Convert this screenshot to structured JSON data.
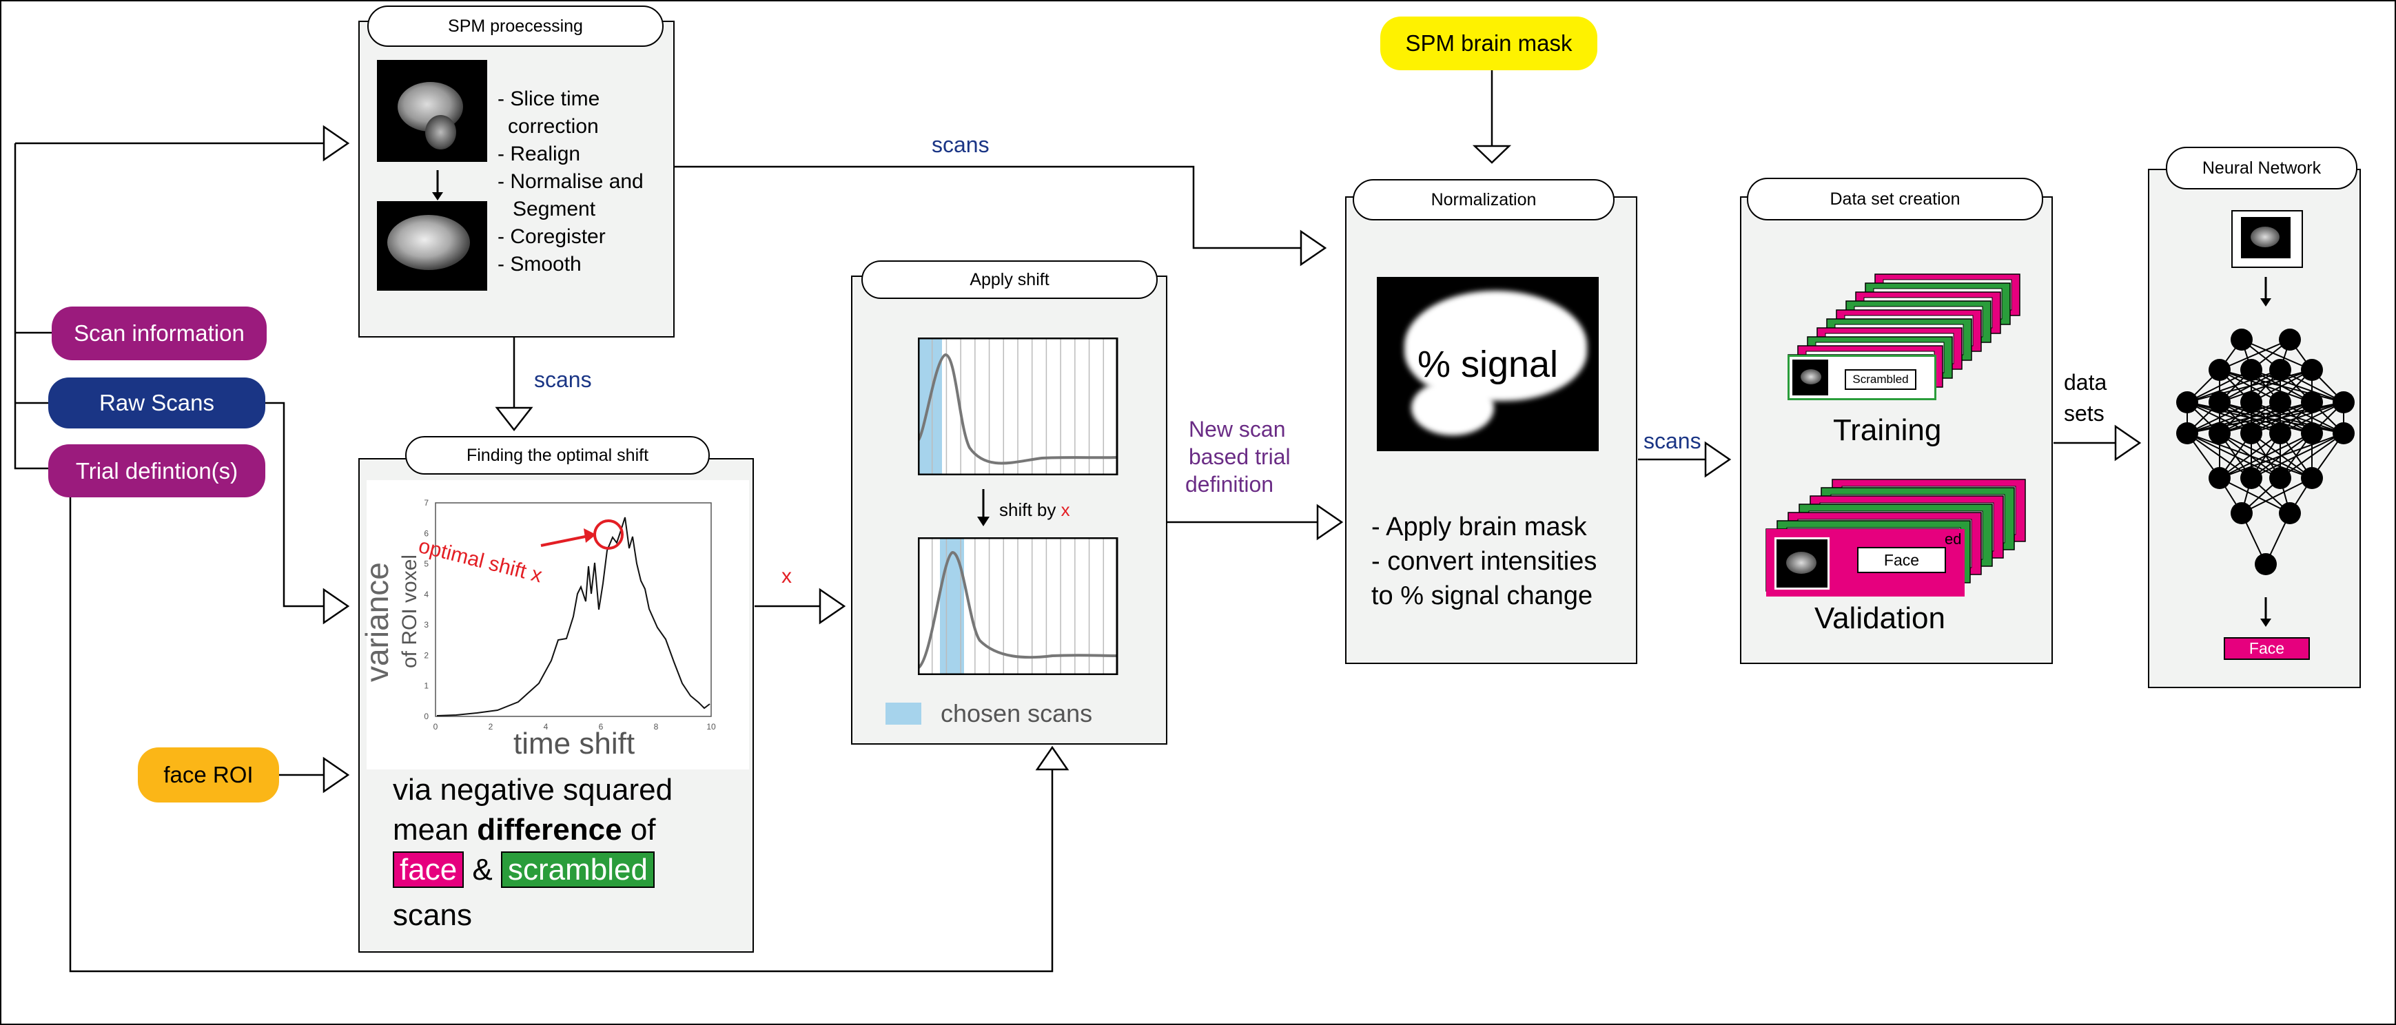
{
  "inputs": {
    "scan_information": "Scan information",
    "raw_scans": "Raw Scans",
    "trial_definitions": "Trial defintion(s)",
    "face_roi": "face ROI",
    "spm_brain_mask": "SPM brain mask"
  },
  "spm_processing": {
    "title": "SPM proecessing",
    "steps": [
      "- Slice time",
      "correction",
      "- Realign",
      "- Normalise and",
      "Segment",
      "- Coregister",
      "- Smooth"
    ]
  },
  "finding_shift": {
    "title": "Finding the optimal shift",
    "plot": {
      "ylabel_main": "variance",
      "ylabel_sub": "of ROI voxel",
      "xlabel": "time shift",
      "annotation": "optimal shift x",
      "xticks": [
        "0",
        "2",
        "4",
        "6",
        "8",
        "10"
      ],
      "yticks": [
        "0",
        "1",
        "2",
        "3",
        "4",
        "5",
        "6",
        "7"
      ]
    },
    "desc_line1": "via  negative squared",
    "desc_line2_prefix": "mean ",
    "desc_line2_bold": "difference",
    "desc_line2_suffix": " of",
    "face_word": "face",
    "ampersand": "&",
    "scrambled_word": "scrambled",
    "desc_line4": "scans"
  },
  "apply_shift": {
    "title": "Apply shift",
    "shift_by": "shift by",
    "shift_var": "x",
    "legend": "chosen scans"
  },
  "normalization": {
    "title": "Normalization",
    "mask_text": "% signal",
    "bullet1": "- Apply brain mask",
    "bullet2": "- convert intensities",
    "bullet3": "to % signal change"
  },
  "dataset_creation": {
    "title": "Data set creation",
    "training": "Training",
    "validation": "Validation",
    "scrambled_label": "Scrambled",
    "face_label": "Face",
    "partial_label": "ed"
  },
  "neural_network": {
    "title": "Neural Network",
    "output_label": "Face"
  },
  "edge_labels": {
    "scans_top": "scans",
    "scans_mid": "scans",
    "x_label": "x",
    "new_scan_1": "New  scan",
    "new_scan_2": "based trial",
    "new_scan_3": "definition",
    "scans_right": "scans",
    "data_sets_1": "data",
    "data_sets_2": "sets"
  },
  "colors": {
    "purple": "#9b1b7d",
    "navy": "#1a3585",
    "yellow": "#fef200",
    "orange": "#fbb617",
    "magenta": "#e6007e",
    "green": "#2a9d3b",
    "red": "#e31e24",
    "light_blue": "#a6d3ec",
    "dark_purple": "#6a2c85"
  }
}
